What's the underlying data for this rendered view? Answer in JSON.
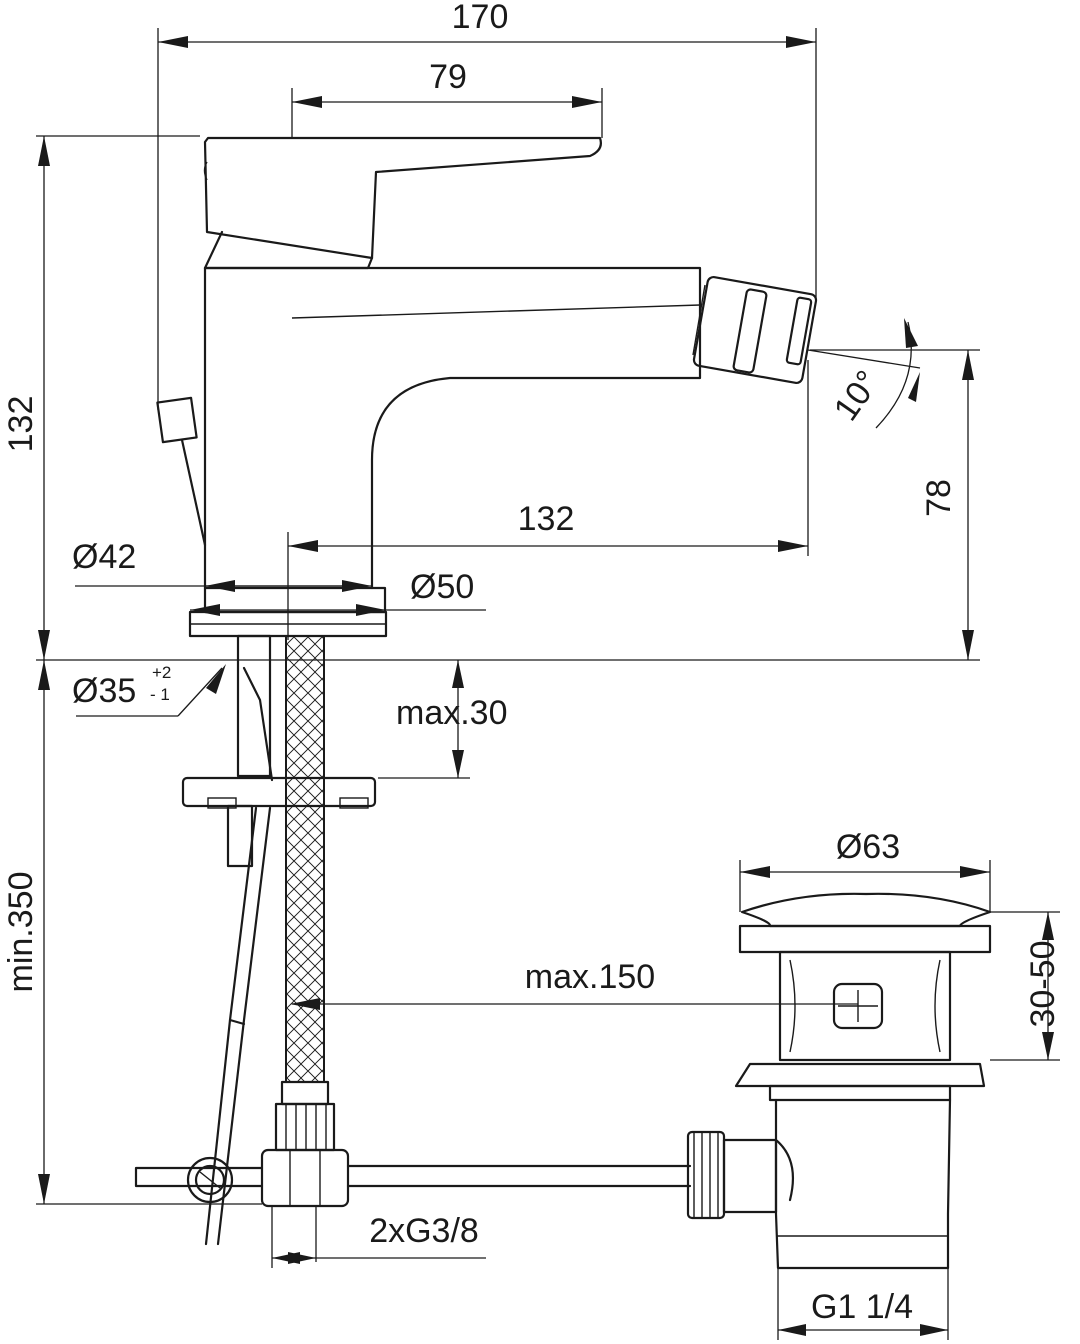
{
  "dimensions": {
    "width_total": "170",
    "lever_reach": "79",
    "height_total": "132",
    "spout_reach": "132",
    "spout_height": "78",
    "spout_angle": "10°",
    "body_diameter": "Ø42",
    "base_diameter": "Ø50",
    "hole_diameter": "Ø35",
    "hole_tol_plus": "+2",
    "hole_tol_minus": "- 1",
    "deck_thickness": "max.30",
    "hose_length": "min.350",
    "waste_diameter": "Ø63",
    "waste_offset": "max.150",
    "waste_height": "30-50",
    "connections": "2xG3/8",
    "waste_thread": "G1 1/4"
  }
}
